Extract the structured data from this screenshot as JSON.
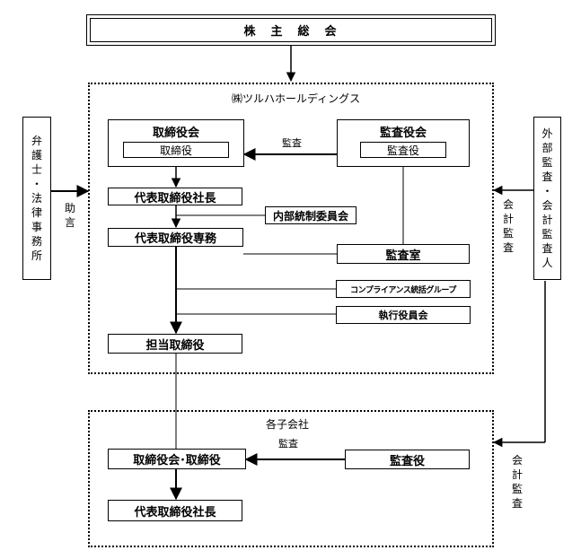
{
  "nodes": {
    "shareholders": "株　主　総　会",
    "holdings": "㈱ツルハホールディングス",
    "board": "取締役会",
    "directors": "取締役",
    "auditBoard": "監査役会",
    "auditors": "監査役",
    "ceo": "代表取締役社長",
    "internalControl": "内部統制委員会",
    "managingDirector": "代表取締役専務",
    "auditOffice": "監査室",
    "compliance": "コンプライアンス統括グループ",
    "executiveCommittee": "執行役員会",
    "directorInCharge": "担当取締役",
    "lawyer": "弁護士・法律事務所",
    "externalAuditor": "外部監査・会計監査人",
    "subsidiaries": "各子会社",
    "subBoard": "取締役会･取締役",
    "subAuditor": "監査役",
    "subCeo": "代表取締役社長"
  },
  "labels": {
    "audit1": "監査",
    "advice": "助言",
    "accountingAudit1": "会計監査",
    "audit2": "監査",
    "accountingAudit2": "会計監査"
  }
}
